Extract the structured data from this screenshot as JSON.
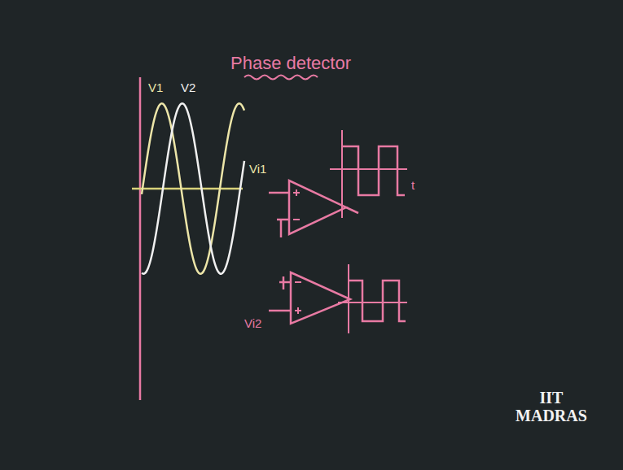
{
  "diagram": {
    "title": "Phase detector",
    "labels": [
      "V1",
      "V2",
      "Vi1",
      "t",
      "Vi2",
      "IIT MADRAS"
    ]
  }
}
